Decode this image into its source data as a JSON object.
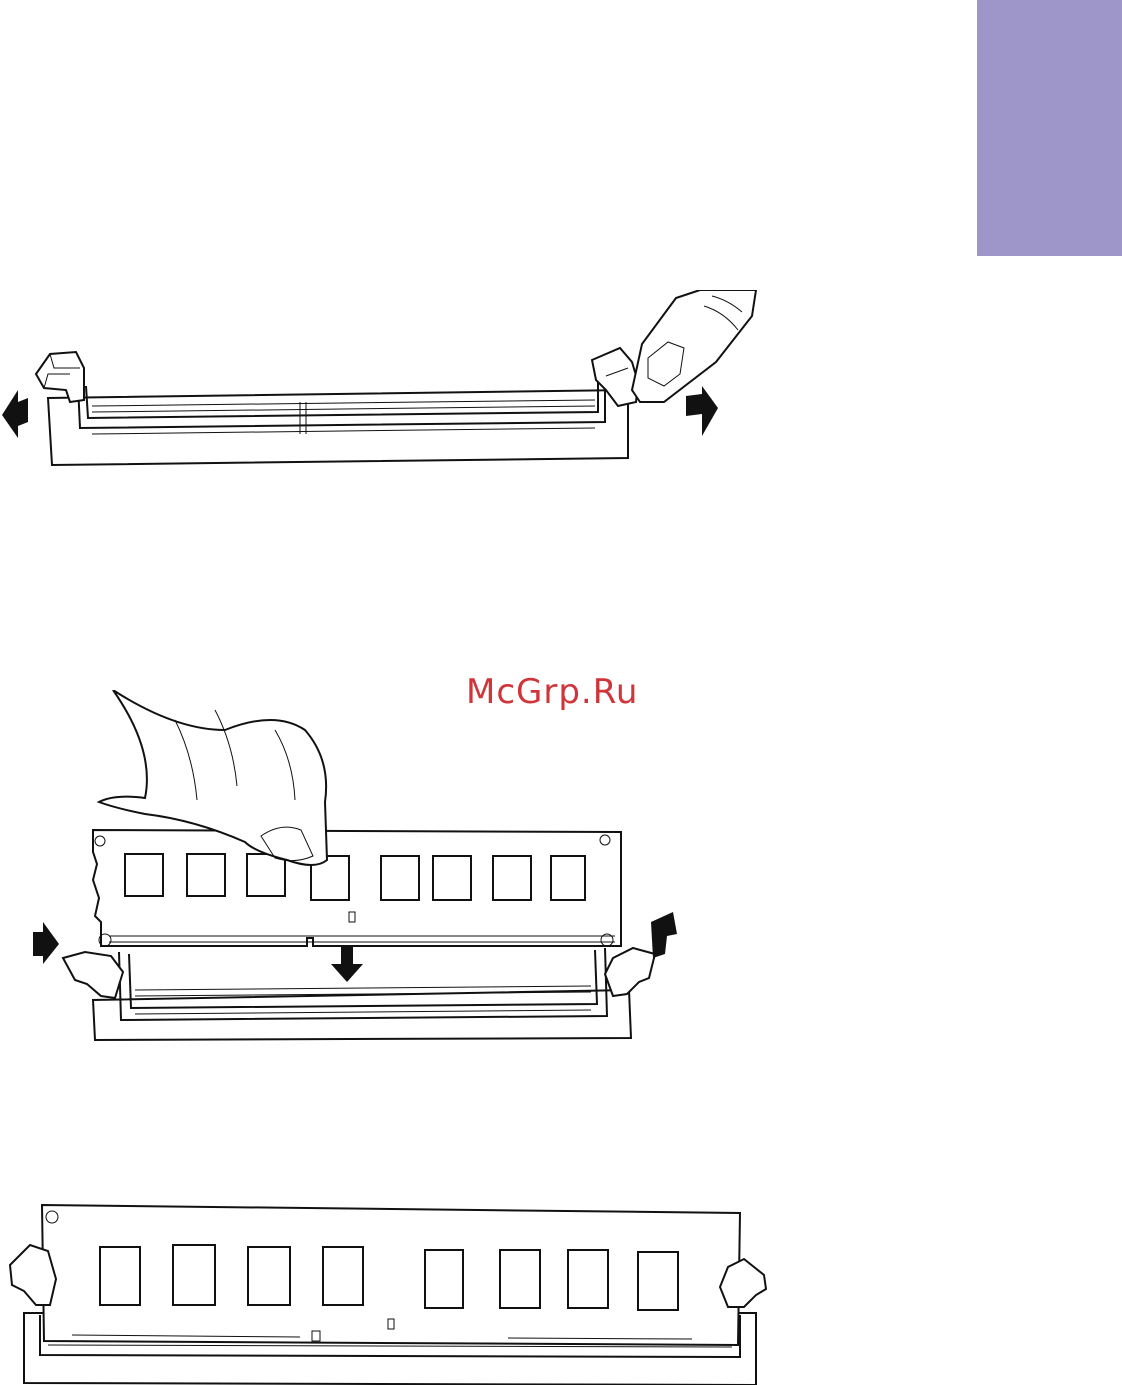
{
  "side_tab": {
    "color": "#9e96c8"
  },
  "watermark": {
    "text": "McGrp.Ru",
    "color": "#d0353a"
  },
  "figures": [
    {
      "id": "open-latches",
      "icons": [
        "memory-slot",
        "retaining-clip",
        "finger",
        "outward-arrow"
      ]
    },
    {
      "id": "insert-module",
      "icons": [
        "memory-module",
        "hand",
        "down-arrow",
        "inward-arrow"
      ]
    },
    {
      "id": "module-seated",
      "icons": [
        "memory-module",
        "memory-slot",
        "retaining-clip"
      ]
    }
  ]
}
